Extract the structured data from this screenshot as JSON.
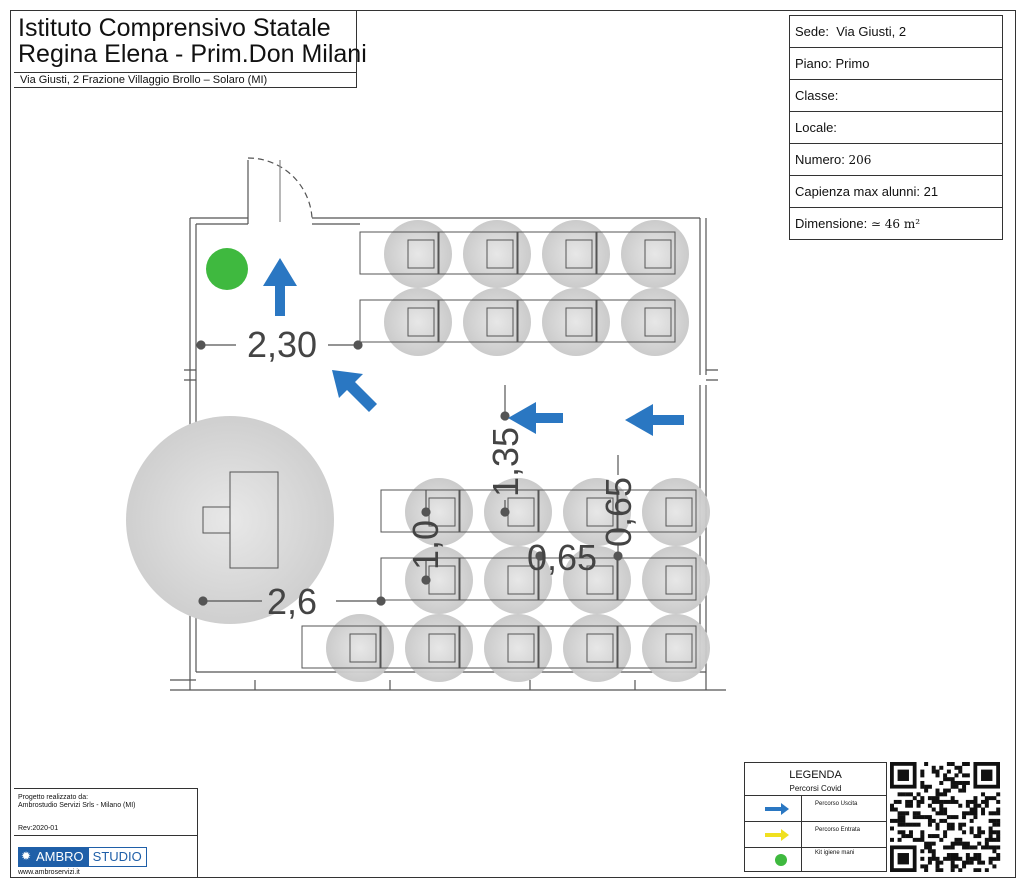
{
  "header": {
    "title_line1": "Istituto Comprensivo Statale",
    "title_line2": "Regina Elena - Prim.Don Milani",
    "address": "Via Giusti, 2 Frazione Villaggio Brollo – Solaro (MI)"
  },
  "info": {
    "sede_label": "Sede:",
    "sede_value": "Via Giusti, 2",
    "piano_label": "Piano:",
    "piano_value": "Primo",
    "classe_label": "Classe:",
    "locale_label": "Locale:",
    "numero_label": "Numero:",
    "numero_value": "206",
    "capienza_label": "Capienza max alunni:",
    "capienza_value": "21",
    "dimensione_label": "Dimensione:",
    "dimensione_value": "≃ 46 m²"
  },
  "plan": {
    "dim_top": "2,30",
    "dim_vertical_1": "1,35",
    "dim_vertical_2": "1,0",
    "dim_right_vertical": "0,65",
    "dim_middle": "0,65",
    "dim_bottom": "2,6",
    "colors": {
      "arrow": "#2a77c2",
      "kit": "#3fb93f",
      "circle": "#d4d4d4",
      "wall": "#555555"
    }
  },
  "credits": {
    "line1": "Progetto realizzato da:",
    "line2": "Ambrostudio Servizi Srls - Milano (MI)",
    "rev": "Rev:2020-01",
    "logo_left": "AMBRO",
    "logo_right": "STUDIO",
    "website": "www.ambroservizi.it"
  },
  "legend": {
    "title": "LEGENDA",
    "subtitle": "Percorsi Covid",
    "items": [
      {
        "label": "Percorso Uscita",
        "icon": "blue-arrow-icon",
        "color": "#2a77c2"
      },
      {
        "label": "Percorso Entrata",
        "icon": "yellow-arrow-icon",
        "color": "#f0e020"
      },
      {
        "label": "Kit igiene mani",
        "icon": "green-dot-icon",
        "color": "#3fb93f"
      }
    ]
  }
}
